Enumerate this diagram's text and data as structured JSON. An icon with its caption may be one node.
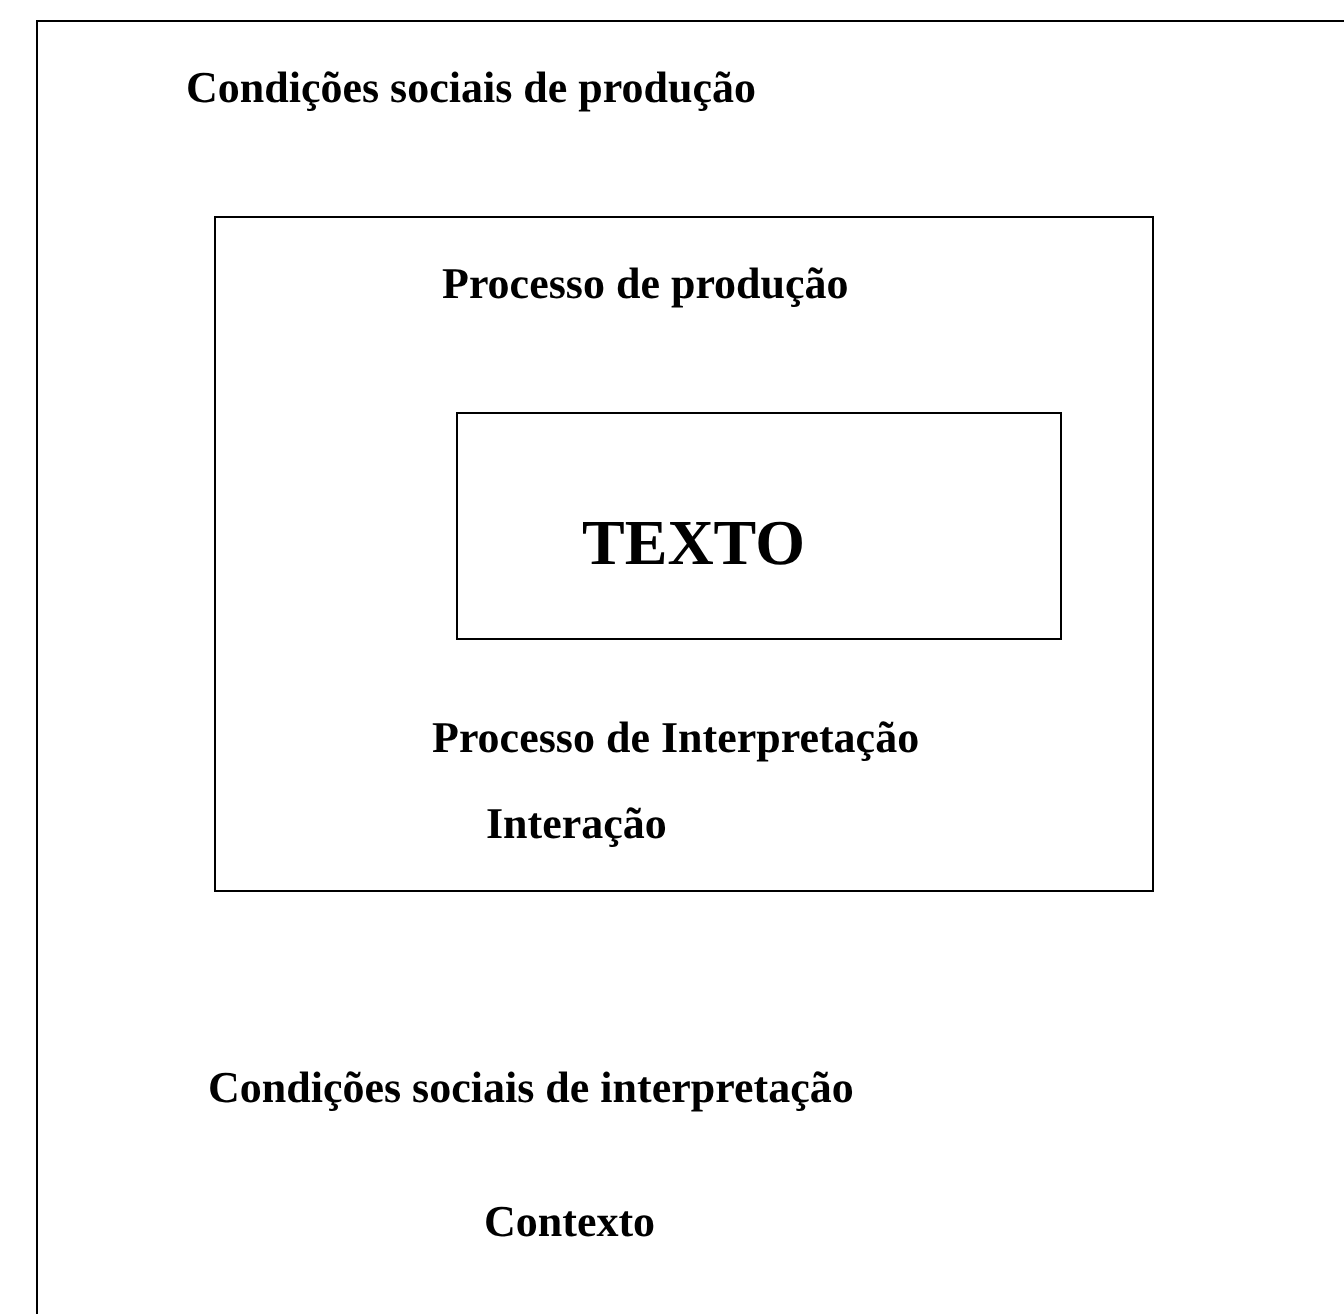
{
  "diagram": {
    "nodes": [
      {
        "text": [
          "Condições sociais de produção",
          "Condições sociais de interpretação",
          "Contexto"
        ]
      },
      {
        "text": [
          "Processo de produção",
          "Processo de Interpretação",
          "Interação"
        ],
        "in": 0
      },
      {
        "text": [
          "TEXTO"
        ],
        "in": 1
      }
    ],
    "edges": []
  }
}
